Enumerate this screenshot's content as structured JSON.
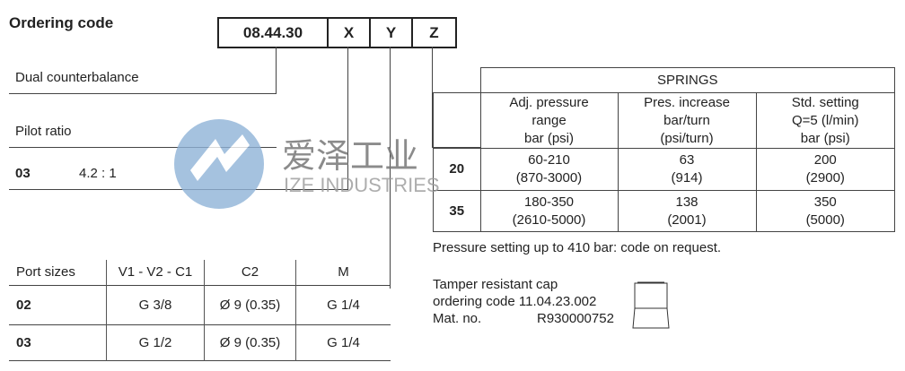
{
  "title": "Ordering code",
  "code": {
    "base": "08.44.30",
    "x": "X",
    "y": "Y",
    "z": "Z"
  },
  "function_label": "Dual counterbalance",
  "pilot": {
    "label": "Pilot ratio",
    "code": "03",
    "value": "4.2 : 1"
  },
  "springs": {
    "title": "SPRINGS",
    "headers": [
      "Adj. pressure\nrange\nbar (psi)",
      "Pres. increase\nbar/turn\n(psi/turn)",
      "Std. setting\nQ=5 (l/min)\nbar (psi)"
    ],
    "rows": [
      {
        "code": "20",
        "cells": [
          "60-210\n(870-3000)",
          "63\n(914)",
          "200\n(2900)"
        ]
      },
      {
        "code": "35",
        "cells": [
          "180-350\n(2610-5000)",
          "138\n(2001)",
          "350\n(5000)"
        ]
      }
    ],
    "note": "Pressure setting up to 410 bar: code on request."
  },
  "ports": {
    "headers": [
      "Port sizes",
      "V1 - V2 - C1",
      "C2",
      "M"
    ],
    "rows": [
      [
        "02",
        "G 3/8",
        "Ø 9 (0.35)",
        "G 1/4"
      ],
      [
        "03",
        "G 1/2",
        "Ø 9 (0.35)",
        "G 1/4"
      ]
    ]
  },
  "cap": {
    "line1": "Tamper resistant cap",
    "line2": "ordering code 11.04.23.002",
    "mat_label": "Mat. no.",
    "mat_value": "R930000752"
  },
  "watermark": {
    "cn": "爱泽工业",
    "en": "IZE INDUSTRIES",
    "color": "#8fb3d8"
  }
}
